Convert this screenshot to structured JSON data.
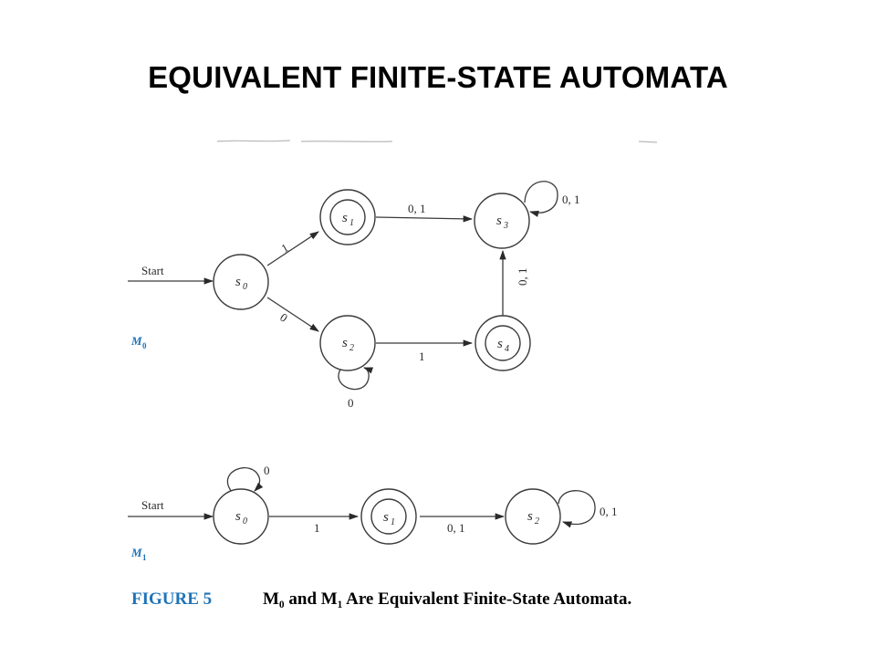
{
  "slide": {
    "title": "EQUIVALENT FINITE-STATE AUTOMATA"
  },
  "figure": {
    "caption_label": "FIGURE 5",
    "caption_text": "M₀ and M₁ Are Equivalent Finite-State Automata.",
    "colors": {
      "accent": "#1e73b8",
      "stroke": "#3a3a3a"
    }
  },
  "m0": {
    "name": "M",
    "name_sub": "0",
    "start_label": "Start",
    "states": [
      {
        "id": "s0",
        "base": "s",
        "sub": "0",
        "final": false
      },
      {
        "id": "s1",
        "base": "s",
        "sub": "1",
        "final": true
      },
      {
        "id": "s2",
        "base": "s",
        "sub": "2",
        "final": false
      },
      {
        "id": "s3",
        "base": "s",
        "sub": "3",
        "final": false
      },
      {
        "id": "s4",
        "base": "s",
        "sub": "4",
        "final": true
      }
    ],
    "transitions": [
      {
        "from": "s0",
        "to": "s1",
        "label": "1"
      },
      {
        "from": "s0",
        "to": "s2",
        "label": "0"
      },
      {
        "from": "s1",
        "to": "s3",
        "label": "0, 1"
      },
      {
        "from": "s2",
        "to": "s2",
        "label": "0"
      },
      {
        "from": "s2",
        "to": "s4",
        "label": "1"
      },
      {
        "from": "s4",
        "to": "s3",
        "label": "0, 1"
      },
      {
        "from": "s3",
        "to": "s3",
        "label": "0, 1"
      }
    ]
  },
  "m1": {
    "name": "M",
    "name_sub": "1",
    "start_label": "Start",
    "states": [
      {
        "id": "s0",
        "base": "s",
        "sub": "0",
        "final": false
      },
      {
        "id": "s1",
        "base": "s",
        "sub": "1",
        "final": true
      },
      {
        "id": "s2",
        "base": "s",
        "sub": "2",
        "final": false
      }
    ],
    "transitions": [
      {
        "from": "s0",
        "to": "s0",
        "label": "0"
      },
      {
        "from": "s0",
        "to": "s1",
        "label": "1"
      },
      {
        "from": "s1",
        "to": "s2",
        "label": "0, 1"
      },
      {
        "from": "s2",
        "to": "s2",
        "label": "0, 1"
      }
    ]
  }
}
